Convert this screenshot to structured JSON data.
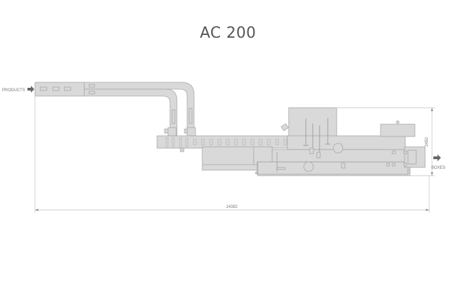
{
  "title": "AC 200",
  "labels": {
    "input": "PRODUCTS",
    "output": "BOXES"
  },
  "dimensions": {
    "overall_length": "14382",
    "overall_height": "2450"
  },
  "colors": {
    "machine_fill": "#d9d9d9",
    "machine_stroke": "#a6a6a6",
    "dim_line": "#bdbdbd",
    "arrow": "#666666",
    "title_text": "#555555"
  }
}
